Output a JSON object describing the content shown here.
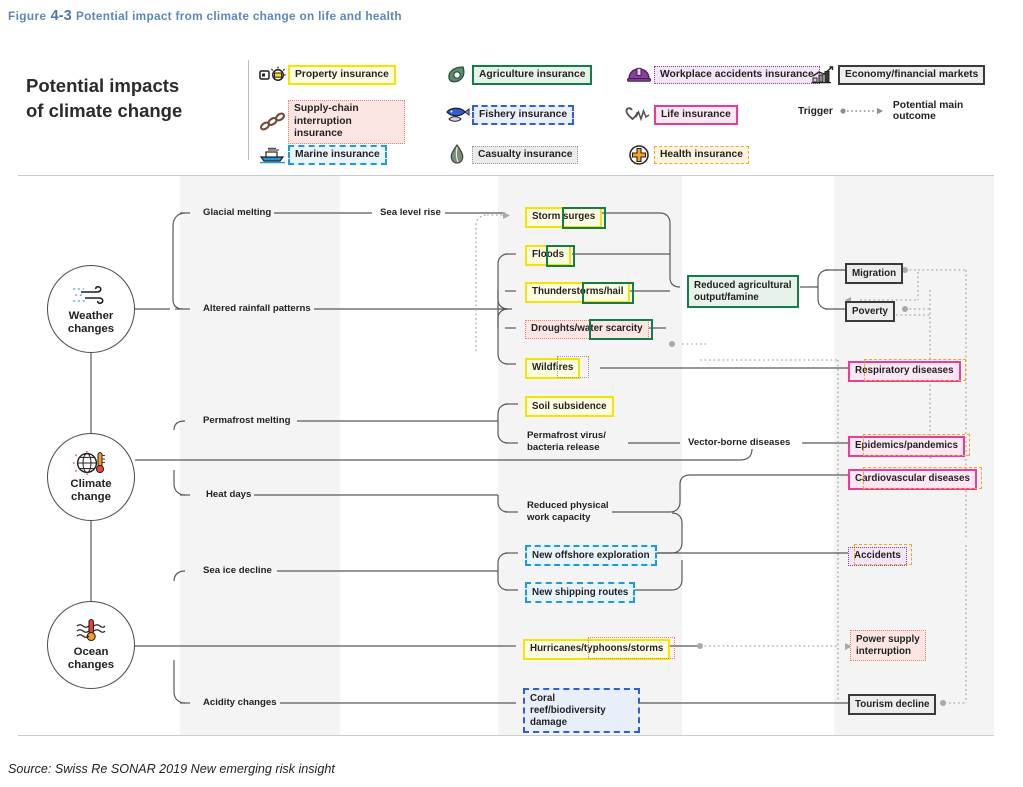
{
  "figure": {
    "prefix": "Figure",
    "number": "4-3",
    "title": "Potential impact from climate change on life and health"
  },
  "legend": {
    "title": "Potential impacts\nof climate change",
    "title_line1": "Potential impacts",
    "title_line2": "of climate change",
    "items": [
      {
        "label": "Property insurance",
        "style": "bx-property",
        "icon": "lightbulb-house-icon"
      },
      {
        "label": "Supply-chain\ninterruption insurance",
        "style": "bx-supply",
        "icon": "chain-link-icon"
      },
      {
        "label": "Marine insurance",
        "style": "bx-marine",
        "icon": "cargo-ship-icon"
      },
      {
        "label": "Agriculture insurance",
        "style": "bx-agri",
        "icon": "leaf-icon"
      },
      {
        "label": "Fishery insurance",
        "style": "bx-fishery",
        "icon": "fish-icon"
      },
      {
        "label": "Casualty insurance",
        "style": "bx-casualty",
        "icon": "water-drop-icon"
      },
      {
        "label": "Workplace accidents insurance",
        "style": "bx-workplace",
        "icon": "hard-hat-icon"
      },
      {
        "label": "Life insurance",
        "style": "bx-life",
        "icon": "heartbeat-icon"
      },
      {
        "label": "Health insurance",
        "style": "bx-health",
        "icon": "medical-cross-icon"
      },
      {
        "label": "Economy/financial markets",
        "style": "bx-economy",
        "icon": "bar-chart-icon"
      }
    ],
    "trigger_label": "Trigger",
    "outcome_label": "Potential main outcome"
  },
  "roots": [
    {
      "label_line1": "Weather",
      "label_line2": "changes",
      "icon": "wind-icon"
    },
    {
      "label_line1": "Climate",
      "label_line2": "change",
      "icon": "globe-thermometer-icon"
    },
    {
      "label_line1": "Ocean",
      "label_line2": "changes",
      "icon": "thermometer-waves-icon"
    }
  ],
  "triggers": [
    {
      "label": "Glacial melting"
    },
    {
      "label": "Altered rainfall patterns"
    },
    {
      "label": "Permafrost melting"
    },
    {
      "label": "Heat days"
    },
    {
      "label": "Sea ice decline"
    },
    {
      "label": "Acidity changes"
    }
  ],
  "intermediate": [
    {
      "label": "Sea level rise"
    },
    {
      "label": "Vector-borne diseases"
    }
  ],
  "nodes": [
    {
      "label": "Storm surges",
      "styles": [
        "bx-property",
        "bx-agri"
      ]
    },
    {
      "label": "Floods",
      "styles": [
        "bx-property",
        "bx-agri"
      ]
    },
    {
      "label": "Thunderstorms/hail",
      "styles": [
        "bx-property",
        "bx-agri"
      ]
    },
    {
      "label": "Droughts/water scarcity",
      "styles": [
        "bx-supply",
        "bx-agri"
      ]
    },
    {
      "label": "Wildfires",
      "styles": [
        "bx-property",
        "bx-casualty"
      ]
    },
    {
      "label": "Soil subsidence",
      "styles": [
        "bx-property"
      ]
    },
    {
      "label": "Permafrost virus/\nbacteria release",
      "styles": []
    },
    {
      "label": "Reduced physical\nwork capacity",
      "styles": []
    },
    {
      "label": "New offshore exploration",
      "styles": [
        "bx-marine"
      ]
    },
    {
      "label": "New shipping routes",
      "styles": [
        "bx-marine"
      ]
    },
    {
      "label": "Hurricanes/typhoons/storms",
      "styles": [
        "bx-property",
        "bx-supply"
      ]
    },
    {
      "label": "Coral reef/biodiversity\ndamage",
      "styles": [
        "bx-fishery"
      ]
    }
  ],
  "outcomes": [
    {
      "label": "Reduced agricultural\noutput/famine",
      "styles": [
        "bx-agri"
      ]
    },
    {
      "label": "Migration",
      "styles": [
        "bx-economy"
      ]
    },
    {
      "label": "Poverty",
      "styles": [
        "bx-economy"
      ]
    },
    {
      "label": "Respiratory diseases",
      "styles": [
        "bx-life",
        "bx-health"
      ]
    },
    {
      "label": "Epidemics/pandemics",
      "styles": [
        "bx-life",
        "bx-health"
      ]
    },
    {
      "label": "Cardiovascular diseases",
      "styles": [
        "bx-life",
        "bx-health"
      ]
    },
    {
      "label": "Accidents",
      "styles": [
        "bx-workplace",
        "bx-health"
      ]
    },
    {
      "label": "Power supply\ninterruption",
      "styles": [
        "bx-supply"
      ]
    },
    {
      "label": "Tourism decline",
      "styles": [
        "bx-economy"
      ]
    }
  ],
  "source": "Source: Swiss Re SONAR 2019 New emerging risk insight",
  "colors": {
    "title_blue": "#5b87ba",
    "property_yellow": "#f5e400",
    "agriculture_green": "#127c4a",
    "supply_chain_red": "#f07a6e",
    "marine_blue": "#1c9bd8",
    "fishery_blue": "#2f5fd0",
    "casualty_grey": "#9a9a9a",
    "workplace_purple": "#8a3fa0",
    "life_pink": "#ea3c96",
    "health_orange": "#f5a623",
    "economy_dark": "#3a3a3a",
    "band_grey": "#f4f4f4",
    "wire_grey": "#58595b"
  }
}
